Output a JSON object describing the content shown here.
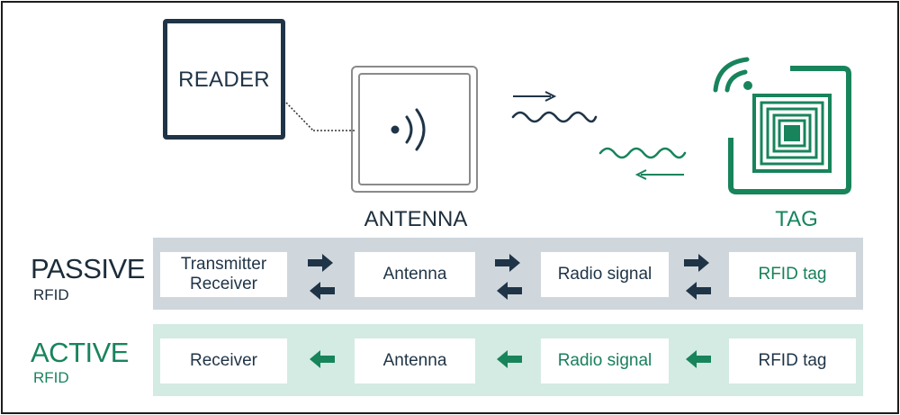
{
  "colors": {
    "navy": "#1f3447",
    "green": "#18845c",
    "passive_band": "#cfd7dd",
    "active_band": "#d3ebe3",
    "antenna_gray": "#8a8a8a"
  },
  "diagram": {
    "reader_label": "READER",
    "antenna_label": "ANTENNA",
    "tag_label": "TAG"
  },
  "passive": {
    "title": "PASSIVE",
    "subtitle": "RFID",
    "cells": [
      {
        "line1": "Transmitter",
        "line2": "Receiver"
      },
      {
        "text": "Antenna"
      },
      {
        "text": "Radio signal"
      },
      {
        "text": "RFID tag"
      }
    ]
  },
  "active": {
    "title": "ACTIVE",
    "subtitle": "RFID",
    "cells": [
      {
        "text": "Receiver"
      },
      {
        "text": "Antenna"
      },
      {
        "text": "Radio signal"
      },
      {
        "text": "RFID tag"
      }
    ]
  },
  "icons": {
    "signal": "signal-broadcast-icon",
    "wave_out": "wave-right-icon",
    "wave_in": "wave-left-icon",
    "tag": "rfid-chip-icon",
    "arrow_right": "arrow-right-icon",
    "arrow_left": "arrow-left-icon"
  }
}
